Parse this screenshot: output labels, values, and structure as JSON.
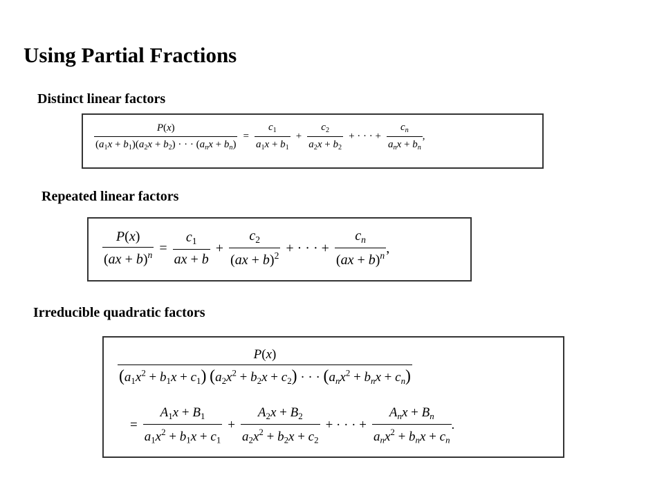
{
  "title": "Using Partial Fractions",
  "sections": [
    {
      "heading": "Distinct linear factors"
    },
    {
      "heading": "Repeated linear factors"
    },
    {
      "heading": "Irreducible quadratic factors"
    }
  ]
}
